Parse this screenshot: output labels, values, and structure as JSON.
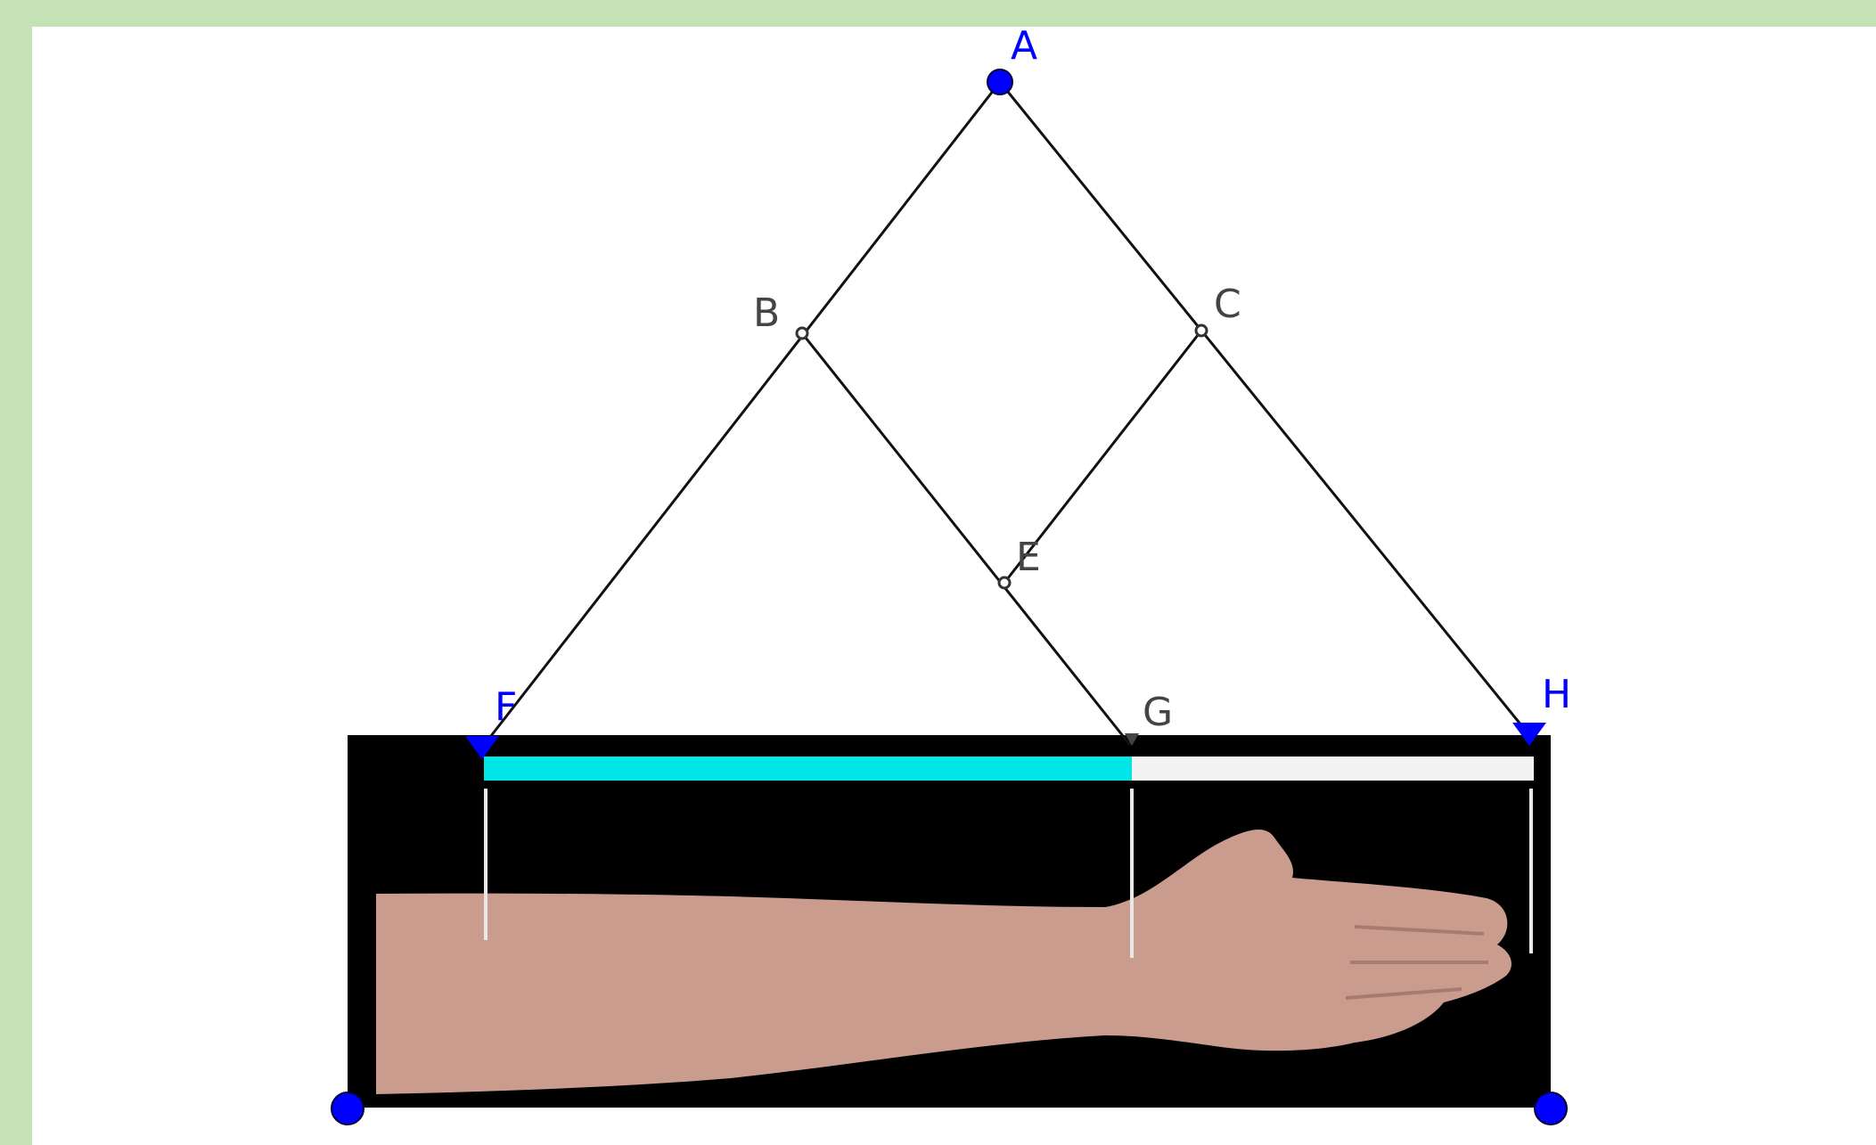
{
  "colors": {
    "background": "#c5e1b6",
    "canvas": "#ffffff",
    "line": "#111111",
    "free_point": "#0000ff",
    "dependent_label": "#444444",
    "bar_fill": "#00e5e5",
    "bar_rest": "#f2f2f2",
    "photo_frame": "#000000",
    "skin": "#c99c8e"
  },
  "points": {
    "A": {
      "label": "A",
      "kind": "free",
      "icon": "filled-circle"
    },
    "B": {
      "label": "B",
      "kind": "dependent",
      "icon": "hollow-circle"
    },
    "C": {
      "label": "C",
      "kind": "dependent",
      "icon": "hollow-circle"
    },
    "E": {
      "label": "E",
      "kind": "dependent",
      "icon": "hollow-circle"
    },
    "F": {
      "label": "F",
      "kind": "free",
      "icon": "triangle-down"
    },
    "G": {
      "label": "G",
      "kind": "dependent",
      "icon": "triangle-down"
    },
    "H": {
      "label": "H",
      "kind": "free",
      "icon": "triangle-down"
    }
  },
  "segments": [
    [
      "A",
      "F"
    ],
    [
      "A",
      "H"
    ],
    [
      "B",
      "G"
    ],
    [
      "C",
      "E"
    ]
  ],
  "measure_bar": {
    "from": "F",
    "split": "G",
    "to": "H"
  },
  "image": {
    "subject": "forearm-and-hand-photo",
    "corner_handles": 2
  }
}
